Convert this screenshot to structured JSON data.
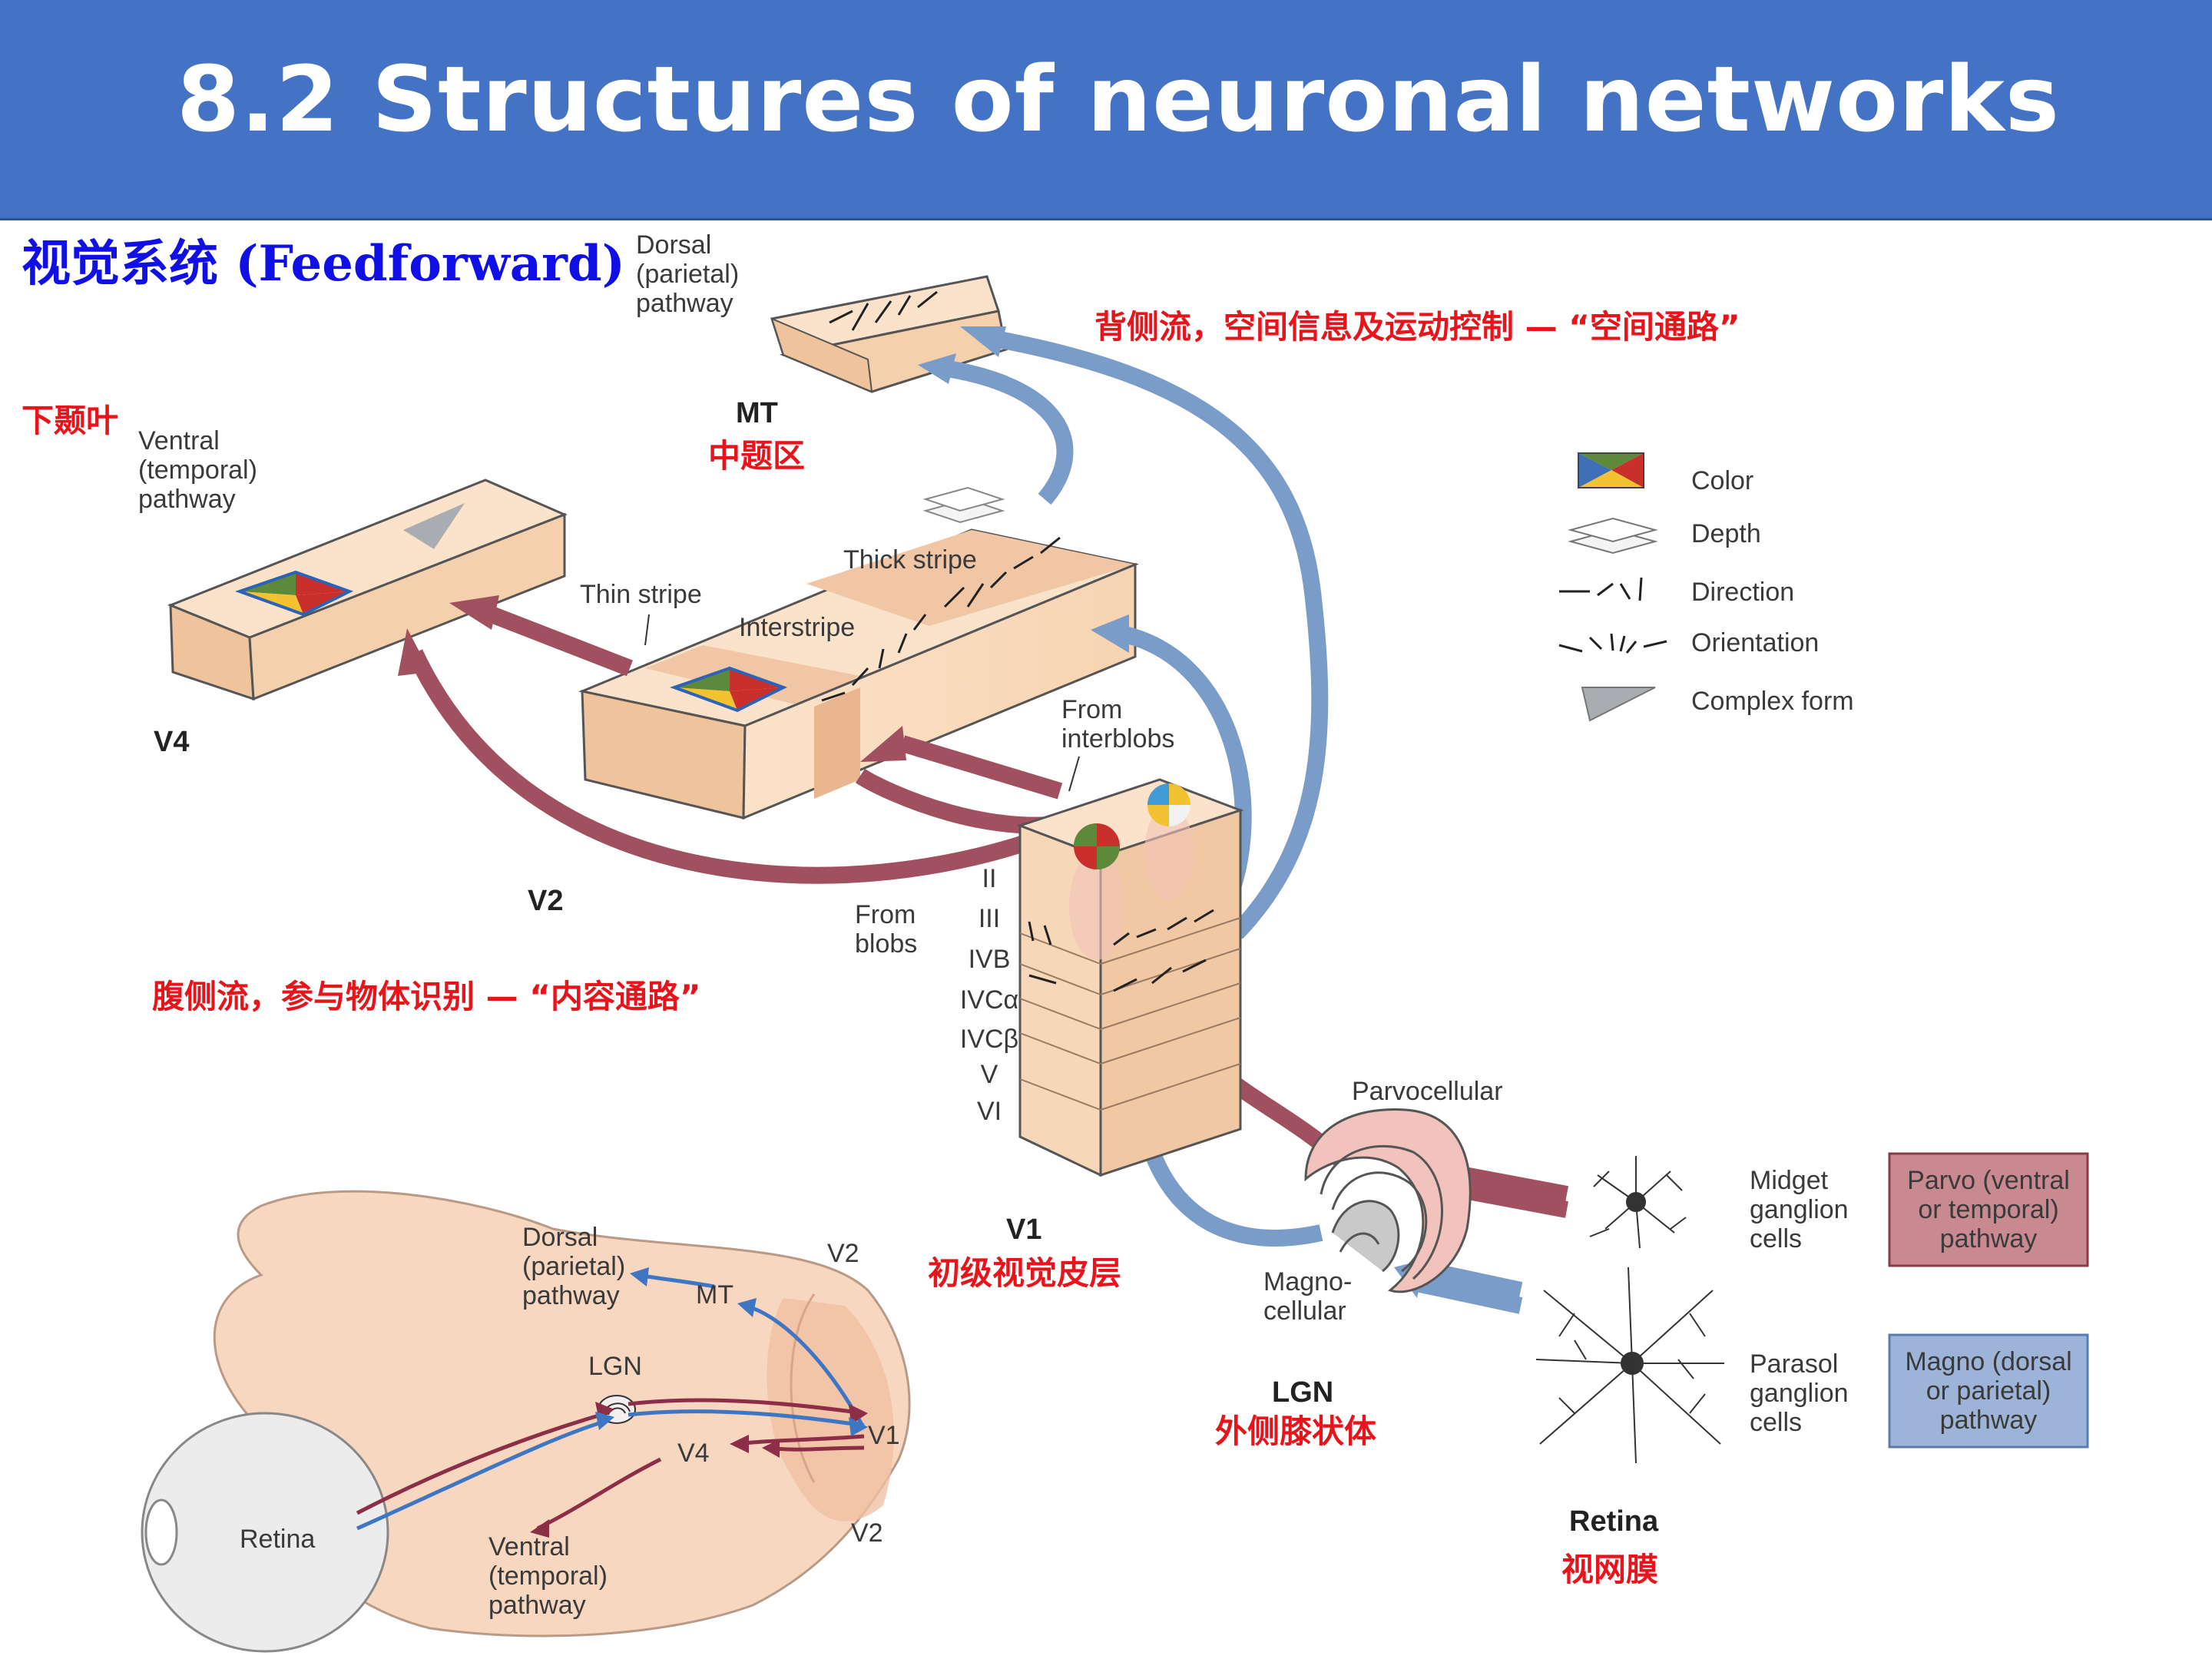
{
  "slide": {
    "title": "8.2 Structures of neuronal networks"
  },
  "header": {
    "section": "视觉系统 (Feedforward)"
  },
  "areas": {
    "mt": "MT",
    "mt_cn": "中题区",
    "v4": "V4",
    "v4_cn": "下颞叶",
    "v2": "V2",
    "v1": "V1",
    "v1_cn": "初级视觉皮层",
    "lgn": "LGN",
    "lgn_cn": "外侧膝状体",
    "retina": "Retina",
    "retina_cn": "视网膜"
  },
  "pathways": {
    "dorsal": [
      "Dorsal",
      "(parietal)",
      "pathway"
    ],
    "ventral": [
      "Ventral",
      "(temporal)",
      "pathway"
    ],
    "dorsal_stream_cn": "背侧流，空间信息及运动控制 — “空间通路”",
    "ventral_stream_cn": "腹侧流，参与物体识别 — “内容通路”"
  },
  "v2_labels": {
    "thin": "Thin stripe",
    "thick": "Thick stripe",
    "inter": "Interstripe"
  },
  "v1_labels": {
    "from_interblobs": [
      "From",
      "interblobs"
    ],
    "from_blobs": [
      "From",
      "blobs"
    ],
    "layers": [
      "II",
      "III",
      "IVB",
      "IVCα",
      "IVCβ",
      "V",
      "VI"
    ]
  },
  "lgn_labels": {
    "parvo": "Parvocellular",
    "magno": [
      "Magno-",
      "cellular"
    ]
  },
  "ganglion": {
    "midget": [
      "Midget",
      "ganglion",
      "cells"
    ],
    "parasol": [
      "Parasol",
      "ganglion",
      "cells"
    ]
  },
  "legend": [
    {
      "label": "Color",
      "icon": "color-icon"
    },
    {
      "label": "Depth",
      "icon": "depth-icon"
    },
    {
      "label": "Direction",
      "icon": "direction-icon"
    },
    {
      "label": "Orientation",
      "icon": "orientation-icon"
    },
    {
      "label": "Complex form",
      "icon": "complex-form-icon"
    }
  ],
  "boxes": {
    "parvo": [
      "Parvo (ventral",
      "or temporal)",
      "pathway"
    ],
    "magno": [
      "Magno (dorsal",
      "or parietal)",
      "pathway"
    ]
  },
  "brain": {
    "dorsal": [
      "Dorsal",
      "(parietal)",
      "pathway"
    ],
    "ventral": [
      "Ventral",
      "(temporal)",
      "pathway"
    ],
    "mt": "MT",
    "lgn": "LGN",
    "v1": "V1",
    "v4": "V4",
    "v2_top": "V2",
    "v2_bottom": "V2",
    "retina": "Retina"
  },
  "colors": {
    "banner": "#4472c4",
    "parvo": "#a0505f",
    "magno": "#7a9cc8",
    "annotation_red": "#e8141b",
    "heading_blue": "#1010e6"
  }
}
